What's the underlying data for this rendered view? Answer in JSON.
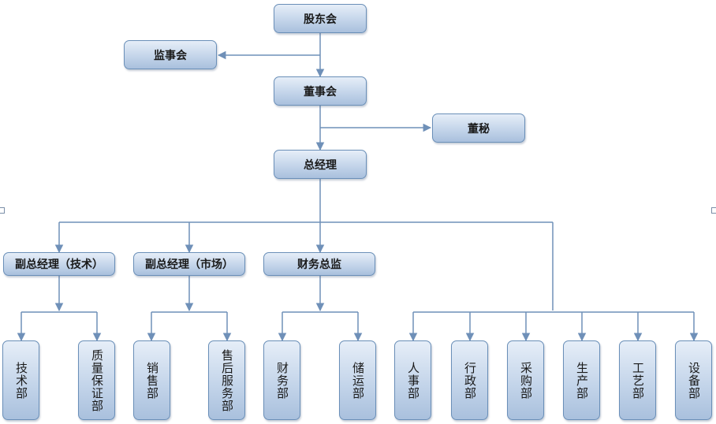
{
  "nodes": {
    "shareholders": "股东会",
    "supervisors": "监事会",
    "board": "董事会",
    "secretary": "董秘",
    "gm": "总经理",
    "vp_tech": "副总经理（技术）",
    "vp_market": "副总经理（市场）",
    "cfo": "财务总监",
    "tech_dept": "技术部",
    "qa_dept": "质量保证部",
    "sales_dept": "销售部",
    "aftersales_dept": "售后服务部",
    "finance_dept": "财务部",
    "logistics_dept": "储运部",
    "hr_dept": "人事部",
    "admin_dept": "行政部",
    "purchase_dept": "采购部",
    "production_dept": "生产部",
    "process_dept": "工艺部",
    "equipment_dept": "设备部"
  },
  "colors": {
    "connector": "#6f90b8",
    "box_border": "#6a8fb8",
    "box_fill_top": "#e6eef8",
    "box_fill_bottom": "#a9c0dd"
  }
}
